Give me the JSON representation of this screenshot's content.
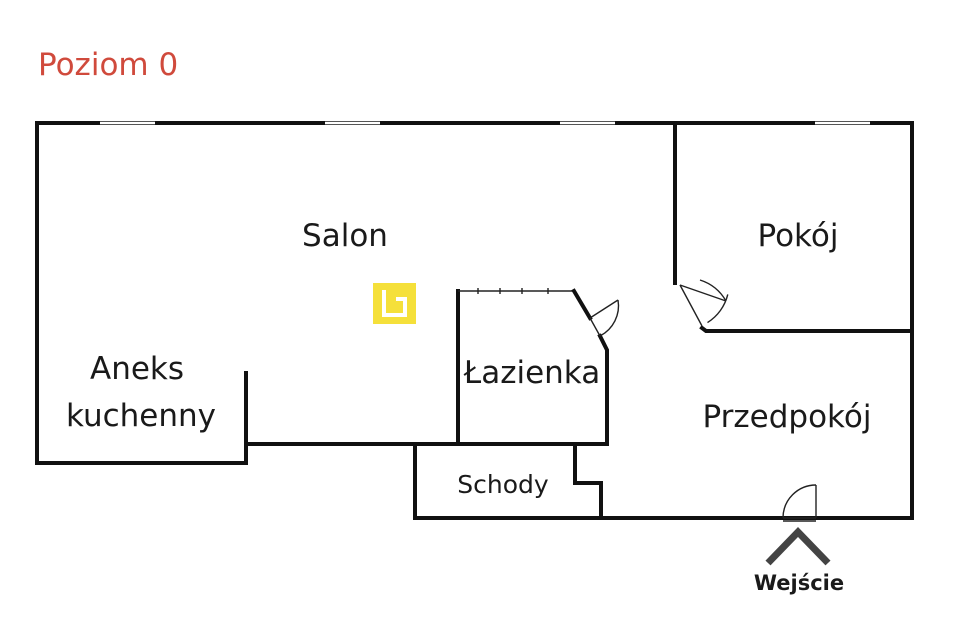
{
  "level_title": "Poziom 0",
  "rooms": {
    "salon": "Salon",
    "pokoj": "Pokój",
    "aneks_line1": "Aneks",
    "aneks_line2": "kuchenny",
    "lazienka": "Łazienka",
    "przedpokoj": "Przedpokój",
    "schody": "Schody"
  },
  "entrance_label": "Wejście",
  "colors": {
    "title": "#d04a3c",
    "walls": "#111111",
    "logo": "#f5e03a",
    "arrow": "#444444"
  },
  "icons": {
    "logo": "watermark-logo-icon",
    "entrance_arrow": "chevron-up-icon"
  }
}
